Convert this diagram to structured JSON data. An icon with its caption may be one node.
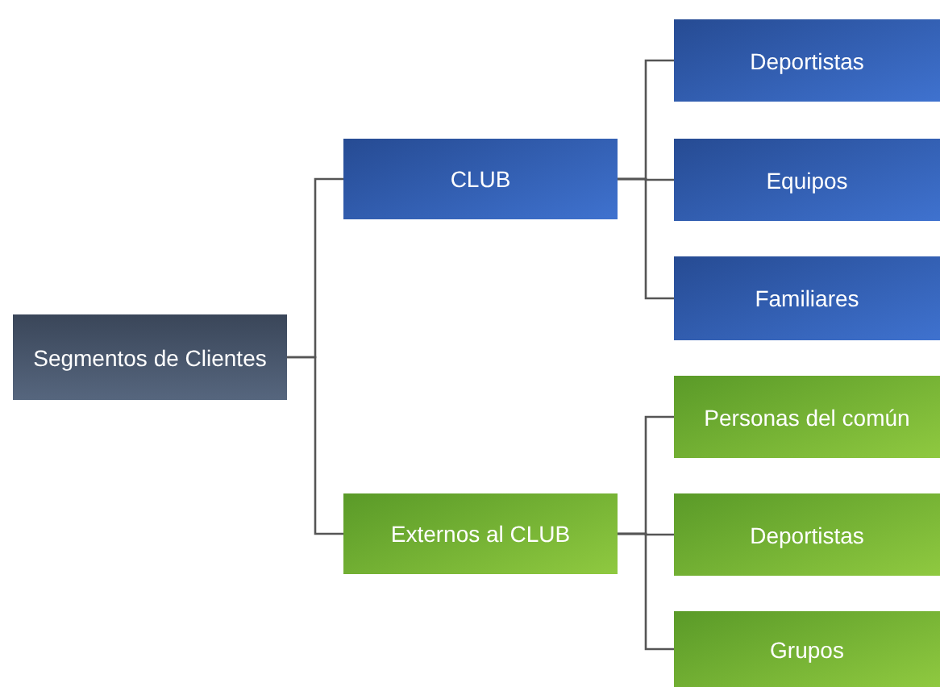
{
  "diagram": {
    "nodes": [
      {
        "text": [
          "Segmentos de Clientes"
        ]
      },
      {
        "text": [
          "CLUB"
        ]
      },
      {
        "text": [
          "Externos al CLUB"
        ]
      },
      {
        "text": [
          "Deportistas"
        ]
      },
      {
        "text": [
          "Equipos"
        ]
      },
      {
        "text": [
          "Familiares"
        ]
      },
      {
        "text": [
          "Personas del común"
        ]
      },
      {
        "text": [
          "Deportistas"
        ]
      },
      {
        "text": [
          "Grupos"
        ]
      }
    ],
    "edges": [
      {
        "from": 0,
        "to": 1,
        "arrow": "none"
      },
      {
        "from": 0,
        "to": 2,
        "arrow": "none"
      },
      {
        "from": 1,
        "to": 3,
        "arrow": "none"
      },
      {
        "from": 1,
        "to": 4,
        "arrow": "none"
      },
      {
        "from": 1,
        "to": 5,
        "arrow": "none"
      },
      {
        "from": 2,
        "to": 6,
        "arrow": "none"
      },
      {
        "from": 2,
        "to": 7,
        "arrow": "none"
      },
      {
        "from": 2,
        "to": 8,
        "arrow": "none"
      }
    ]
  }
}
